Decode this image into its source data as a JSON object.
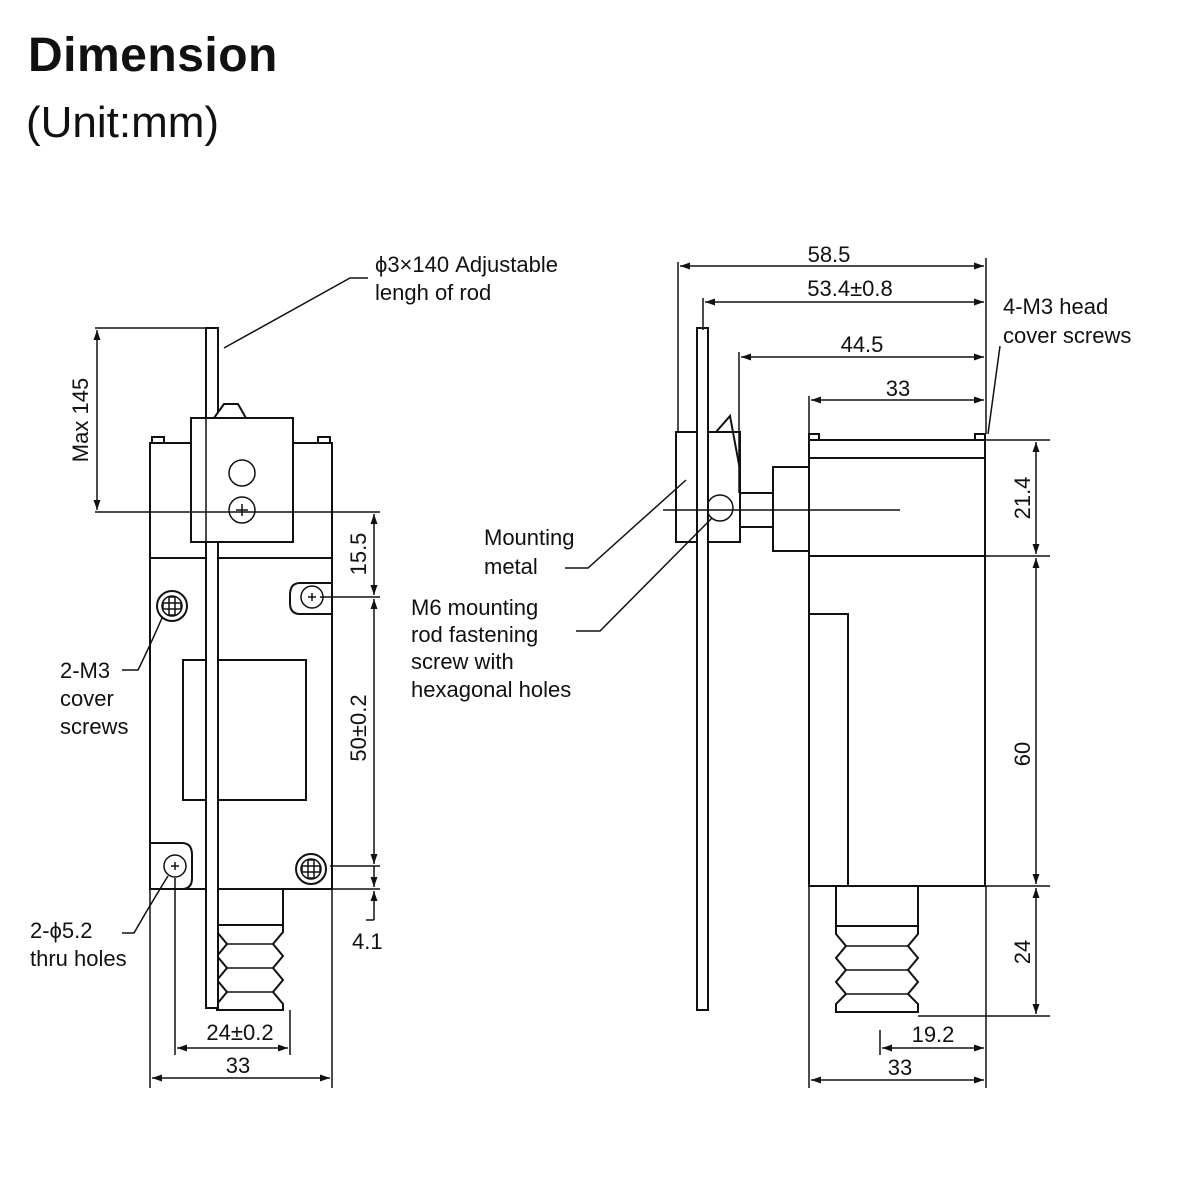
{
  "header": {
    "title": "Dimension",
    "subtitle": "(Unit:mm)"
  },
  "front_view": {
    "rod_label": [
      "ϕ3×140 Adjustable",
      "lengh of rod"
    ],
    "max_label": "Max 145",
    "dim_15_5": "15.5",
    "dim_50": "50±0.2",
    "dim_4_1": "4.1",
    "dim_24": "24±0.2",
    "dim_33": "33",
    "cover_screws_label": [
      "2-M3",
      "cover",
      "screws"
    ],
    "thru_holes_label": [
      "2-ϕ5.2",
      "thru holes"
    ]
  },
  "side_view": {
    "dim_58_5": "58.5",
    "dim_53_4": "53.4±0.8",
    "dim_44_5": "44.5",
    "dim_33_top": "33",
    "head_screws_label": [
      "4-M3 head",
      "cover screws"
    ],
    "mounting_metal_label": [
      "Mounting",
      "metal"
    ],
    "m6_label": [
      "M6 mounting",
      "rod fastening",
      "screw with",
      "hexagonal holes"
    ],
    "dim_21_4": "21.4",
    "dim_60": "60",
    "dim_24": "24",
    "dim_19_2": "19.2",
    "dim_33_bottom": "33"
  }
}
